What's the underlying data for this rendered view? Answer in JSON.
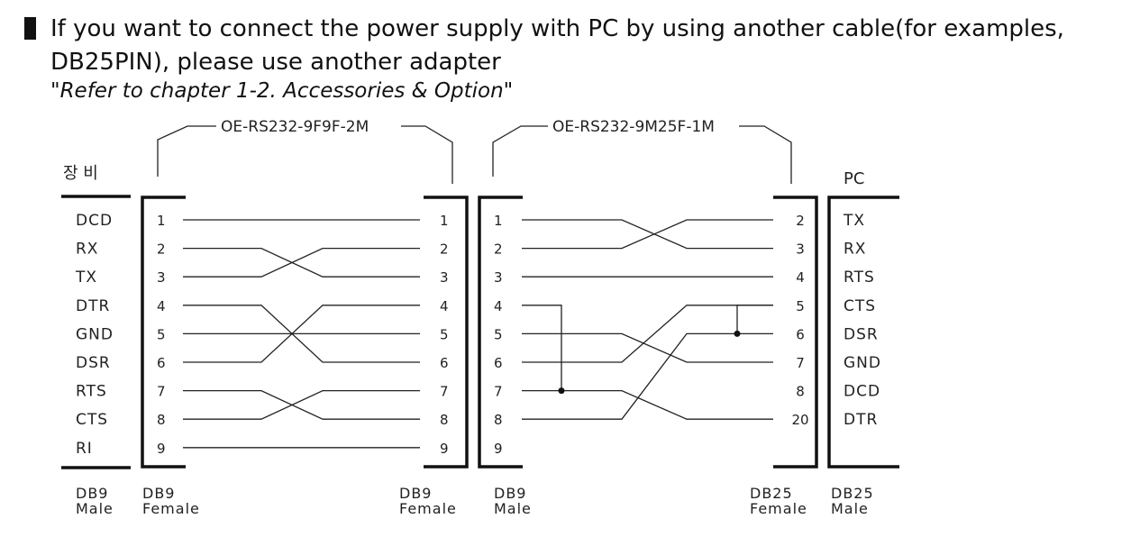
{
  "intro": {
    "line1": "If you want to connect the power supply with PC by using another cable(for examples,",
    "line2": "DB25PIN), please use another adapter",
    "reference": "\"Refer to chapter 1-2. Accessories & Option\""
  },
  "diagram": {
    "cable_left": "OE-RS232-9F9F-2M",
    "cable_right": "OE-RS232-9M25F-1M",
    "device_header": "장 비",
    "pc_header": "PC",
    "device_signals": [
      "DCD",
      "RX",
      "TX",
      "DTR",
      "GND",
      "DSR",
      "RTS",
      "CTS",
      "RI"
    ],
    "pc_signals": [
      "TX",
      "RX",
      "RTS",
      "CTS",
      "DSR",
      "GND",
      "DCD",
      "DTR"
    ],
    "db9f_left_pins": [
      "1",
      "2",
      "3",
      "4",
      "5",
      "6",
      "7",
      "8",
      "9"
    ],
    "db9f_right_pins": [
      "1",
      "2",
      "3",
      "4",
      "5",
      "6",
      "7",
      "8",
      "9"
    ],
    "db9m_pins": [
      "1",
      "2",
      "3",
      "4",
      "5",
      "6",
      "7",
      "8",
      "9"
    ],
    "db25f_pins": [
      "2",
      "3",
      "4",
      "5",
      "6",
      "7",
      "8",
      "20"
    ],
    "connectors": {
      "db9_male_1": {
        "line1": "DB9",
        "line2": "Male"
      },
      "db9_female_1": {
        "line1": "DB9",
        "line2": "Female"
      },
      "db9_female_2": {
        "line1": "DB9",
        "line2": "Female"
      },
      "db9_male_2": {
        "line1": "DB9",
        "line2": "Male"
      },
      "db25_female": {
        "line1": "DB25",
        "line2": "Female"
      },
      "db25_male": {
        "line1": "DB25",
        "line2": "Male"
      }
    },
    "cable1_wiring": [
      [
        1,
        1
      ],
      [
        2,
        3
      ],
      [
        3,
        2
      ],
      [
        4,
        6
      ],
      [
        5,
        5
      ],
      [
        6,
        4
      ],
      [
        7,
        8
      ],
      [
        8,
        7
      ],
      [
        9,
        9
      ]
    ],
    "cable2_wiring": [
      [
        1,
        "3"
      ],
      [
        2,
        "2"
      ],
      [
        3,
        "4"
      ],
      [
        5,
        "7"
      ],
      [
        6,
        "5"
      ],
      [
        7,
        "20"
      ],
      [
        8,
        "6"
      ]
    ],
    "cable2_junctions": [
      [
        "4",
        "7"
      ],
      [
        "5",
        "6"
      ]
    ]
  }
}
